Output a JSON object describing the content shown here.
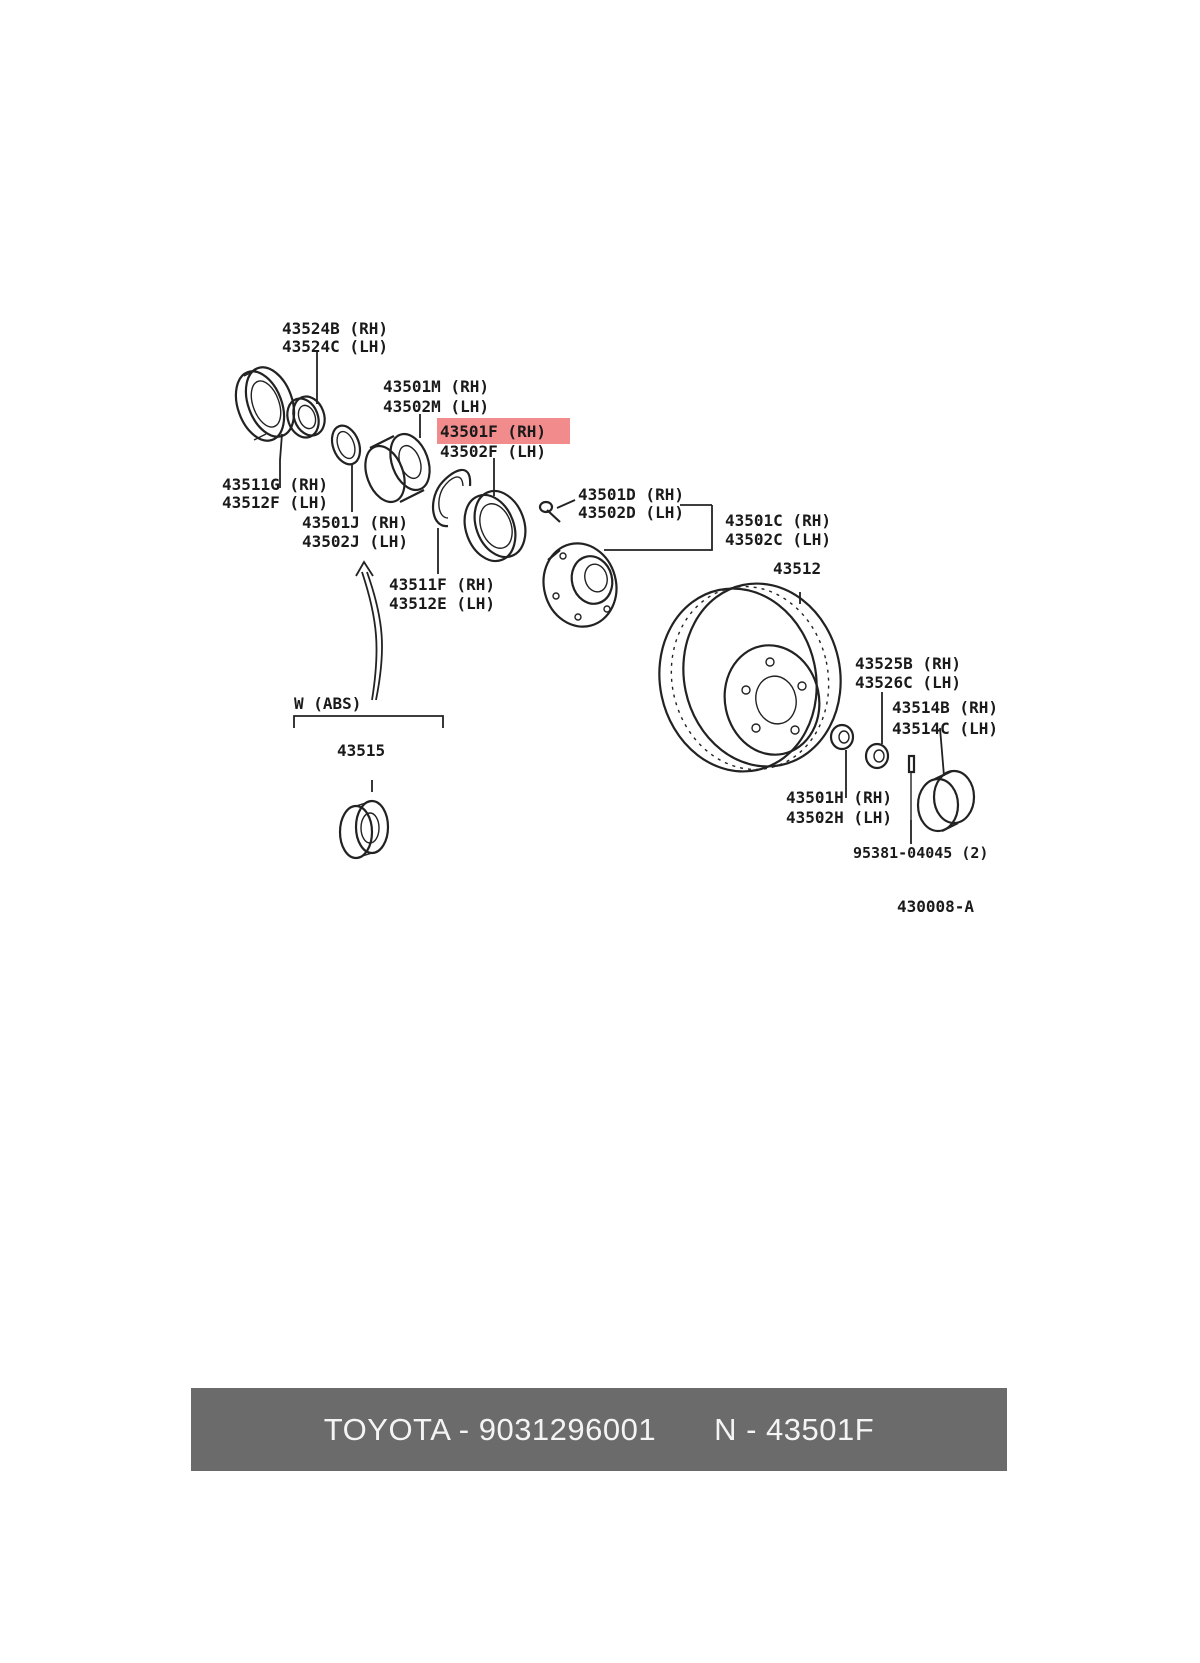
{
  "diagram": {
    "labels": {
      "l43524b": "43524B (RH)",
      "l43524c": "43524C (LH)",
      "l43501m": "43501M (RH)",
      "l43502m": "43502M (LH)",
      "l43501f": "43501F (RH)",
      "l43502f": "43502F (LH)",
      "l43511g": "43511G (RH)",
      "l43512f": "43512F (LH)",
      "l43501j": "43501J (RH)",
      "l43502j": "43502J (LH)",
      "l43501d": "43501D (RH)",
      "l43502d": "43502D (LH)",
      "l43501c": "43501C (RH)",
      "l43502c": "43502C (LH)",
      "l43511f": "43511F (RH)",
      "l43512e": "43512E (LH)",
      "l43512": "43512",
      "lwabs": "W (ABS)",
      "l43515": "43515",
      "l43525b": "43525B (RH)",
      "l43526c": "43526C (LH)",
      "l43514b": "43514B (RH)",
      "l43514c": "43514C (LH)",
      "l43501h": "43501H (RH)",
      "l43502h": "43502H (LH)",
      "l95381": "95381-04045 (2)",
      "lref": "430008-A"
    },
    "highlight_color": "#f28b8b"
  },
  "banner": {
    "brand_part": "TOYOTA - 9031296001",
    "oem_number": "N - 43501F",
    "background": "#6b6b6b"
  }
}
